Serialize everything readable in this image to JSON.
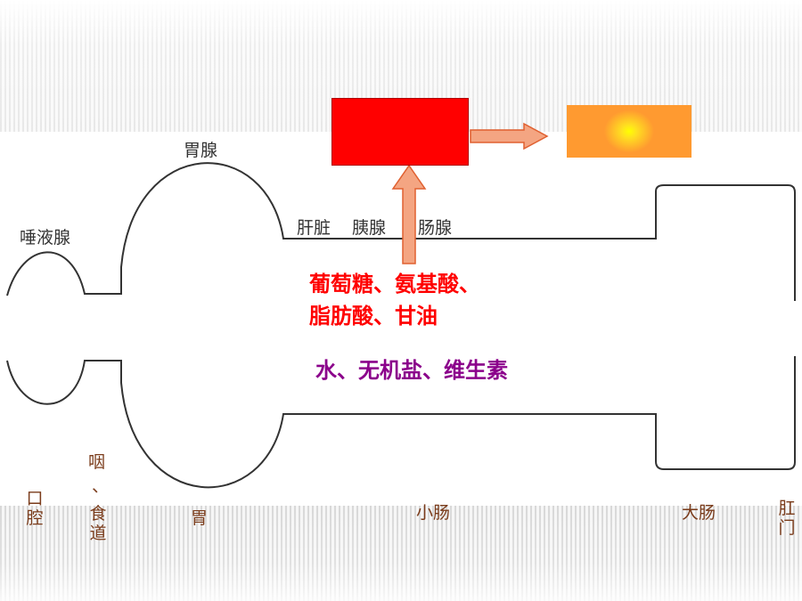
{
  "labels": {
    "salivary_gland": "唾液腺",
    "gastric_gland": "胃腺",
    "intestinal_glands": [
      "肝脏",
      "胰腺",
      "肠腺"
    ],
    "mouth": "口腔",
    "pharynx_esophagus_top": "咽",
    "pharynx_esophagus_sep": "、",
    "pharynx_esophagus_bottom": "食道",
    "stomach": "胃",
    "small_intestine": "小肠",
    "large_intestine": "大肠",
    "anus": "肛门"
  },
  "nutrients": {
    "line1": "葡萄糖、氨基酸、",
    "line2": "脂肪酸、甘油",
    "line3": "水、无机盐、维生素"
  },
  "colors": {
    "red_box": "#ff0000",
    "orange_box": "#ff9933",
    "arrow_fill": "#f4a582",
    "arrow_stroke": "#e06030",
    "nutrient_red": "#ff0000",
    "nutrient_purple": "#8b008b",
    "outline": "#333333"
  }
}
